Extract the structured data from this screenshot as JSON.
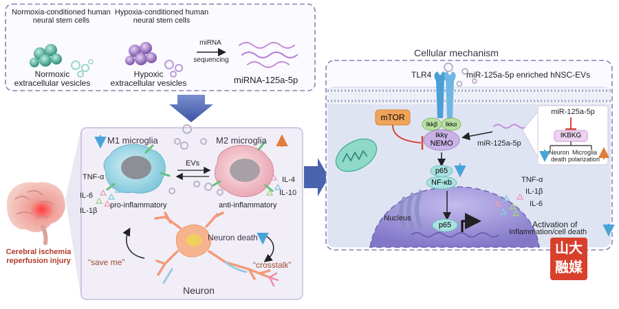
{
  "top_panel": {
    "normoxia_cells": "Normoxia-conditioned human neural stem cells",
    "hypoxia_cells": "Hypoxia-conditioned human neural stem cells",
    "normoxic_evs_line1": "Normoxic",
    "normoxic_evs_line2": "extracellular vesicles",
    "hypoxic_evs_line1": "Hypoxic",
    "hypoxic_evs_line2": "extracellular vesicles",
    "mirna_line1": "miRNA",
    "mirna_line2": "sequencing",
    "result": "miRNA-125a-5p"
  },
  "left": {
    "brain_label_line1": "Cerebral ischemia",
    "brain_label_line2": "reperfusion injury"
  },
  "middle_panel": {
    "m1": "M1 microglia",
    "m2": "M2 microglia",
    "evs": "EVs",
    "m1_cytokines": [
      "TNF-α",
      "IL-6",
      "IL-1β"
    ],
    "m2_cytokines": [
      "IL-4",
      "IL-10"
    ],
    "pro": "pro-inflammatory",
    "anti": "anti-inflammatory",
    "neuron_death": "Neuron death",
    "save_me": "“save me”",
    "crosstalk": "“crosstalk”",
    "neuron": "Neuron"
  },
  "right_panel": {
    "title": "Cellular mechanism",
    "tlr4": "TLR4",
    "enriched": "miR-125a-5p enriched hNSC-EVs",
    "mtor": "mTOR",
    "ikkb": "Ikkβ",
    "ikka": "Ikkα",
    "ikky": "Ikkγ",
    "nemo": "NEMO",
    "mir_small": "miR-125a-5p",
    "p65_top": "p65",
    "nfkb": "NF-κb",
    "nucleus": "Nucleus",
    "p65_nucleus": "p65",
    "right_cytokines": [
      "TNF-α",
      "IL-1β",
      "IL-6"
    ],
    "activation_line1": "Activation of",
    "activation_line2": "Inflammation/cell death"
  },
  "inset": {
    "title": "miR-125a-5p",
    "target": "IKBKG",
    "out1_line1": "Neuron",
    "out1_line2": "death",
    "out2_line1": "Microglia",
    "out2_line2": "polarization"
  },
  "watermark": {
    "line1": "山大",
    "line2": "融媒"
  },
  "colors": {
    "panel_border": "#8a7fb3",
    "panel_fill": "#f1eef7",
    "right_fill": "#dfe4f3",
    "arrow_blue": "#4a63ad",
    "down_arrow": "#4aa3d8",
    "up_arrow": "#e07b3a",
    "mtor_fill": "#f0a45a",
    "ikk_fill": "#b9e0a2",
    "nemo_fill": "#c9b3e6",
    "nucleus_fill": "#9a8fd4",
    "watermark": "#d8402c"
  },
  "icons": [
    "normoxic-cell-cluster",
    "hypoxic-cell-cluster",
    "mirna-strand",
    "brain-icon",
    "m1-microglia-cell",
    "m2-microglia-cell",
    "neuron-cell",
    "mitochondrion-icon",
    "golgi-icon",
    "tlr4-receptor",
    "promoter-arrow-icon",
    "watermark-logo"
  ]
}
